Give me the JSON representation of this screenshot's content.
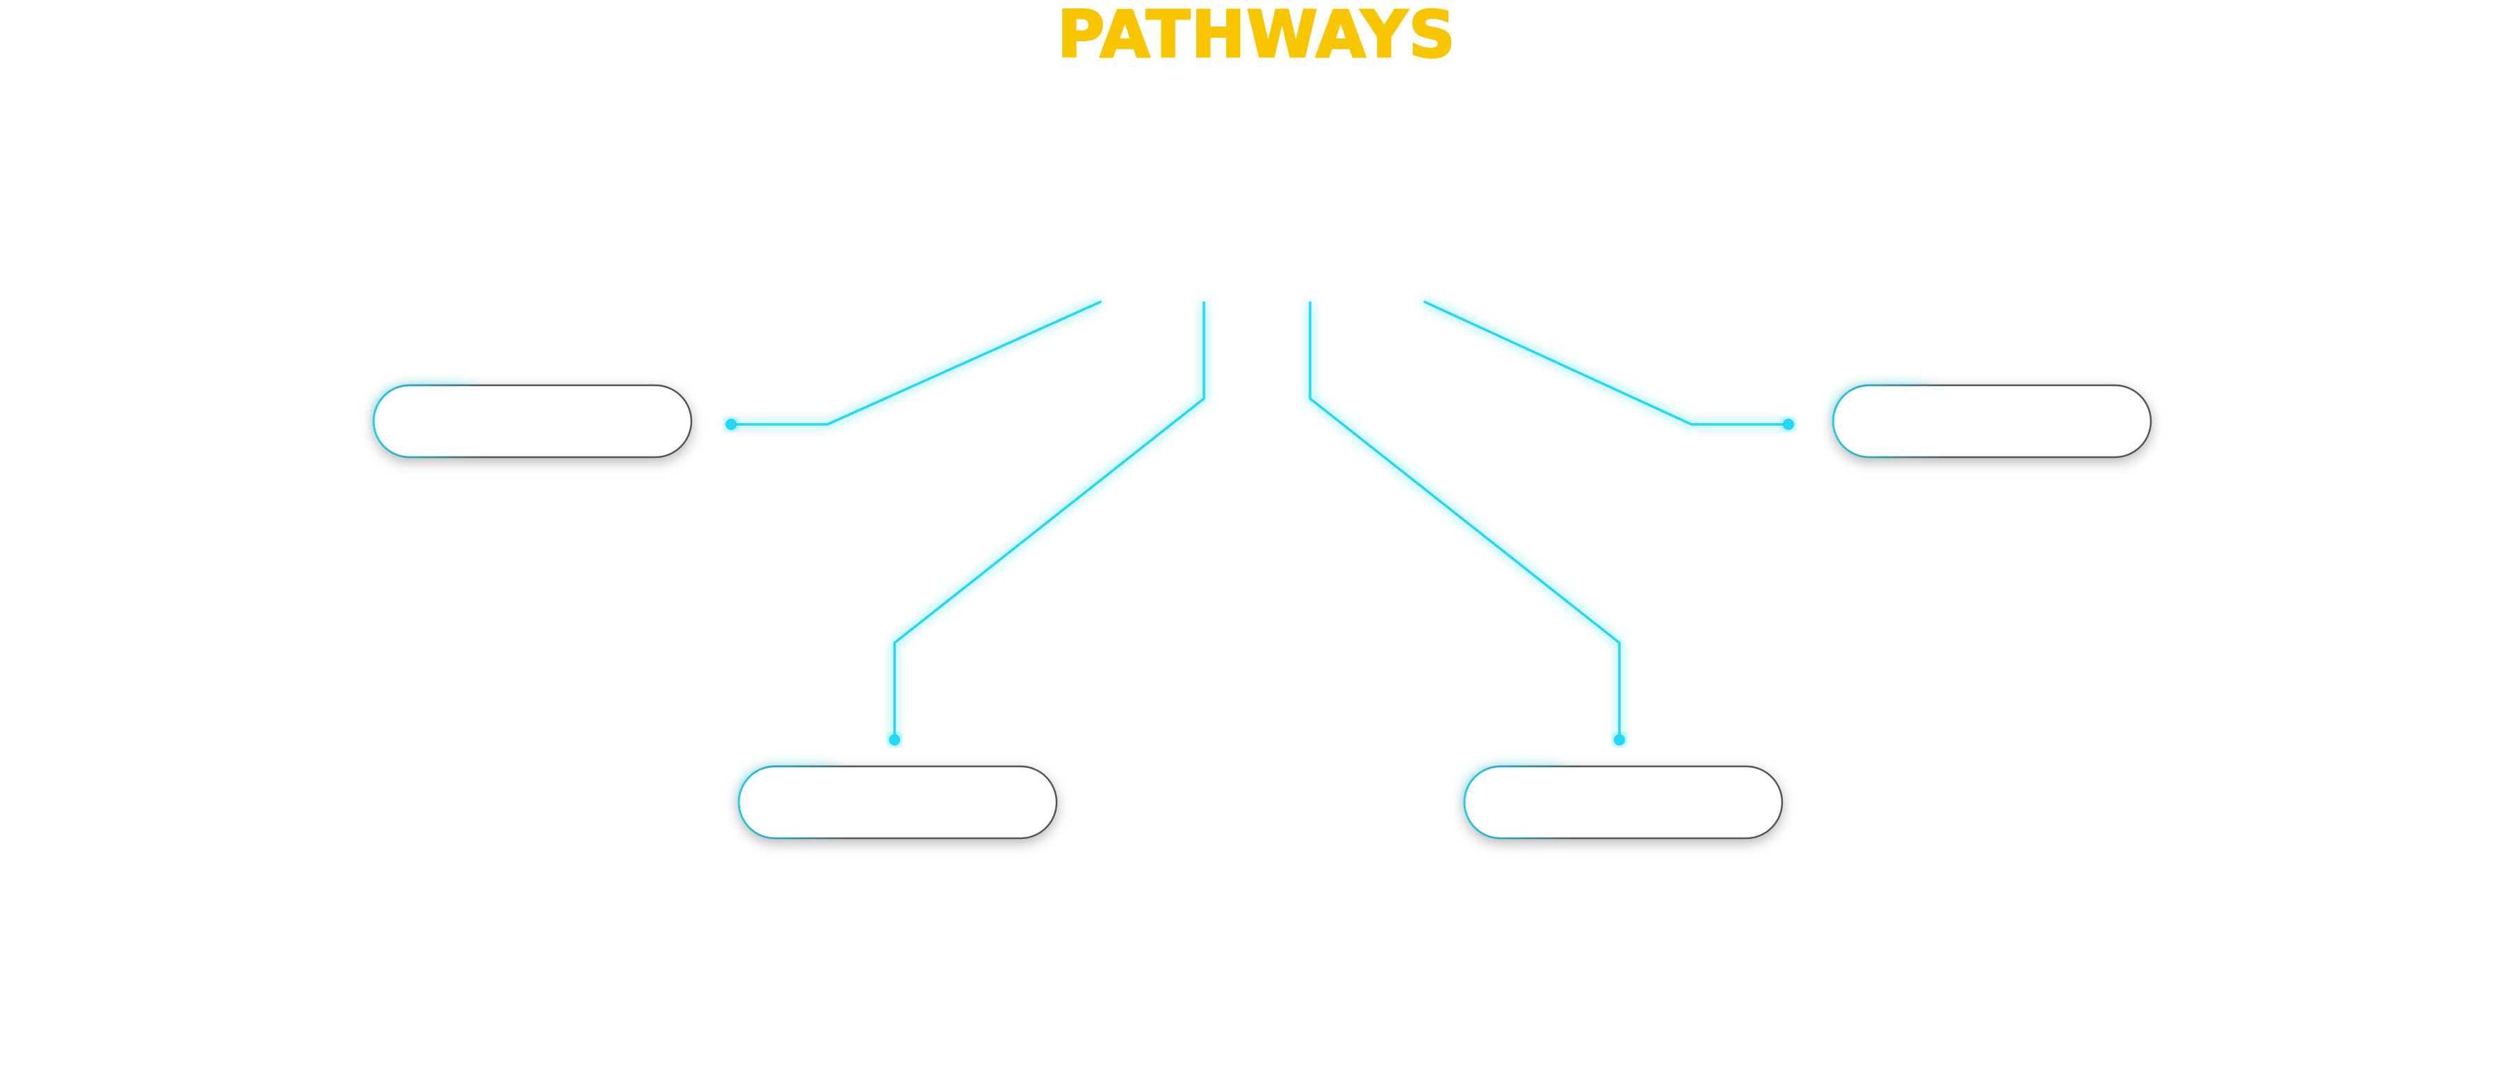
{
  "title": "PATHWAYS",
  "colors": {
    "title": "#F7C600",
    "connector": "#22D8F2",
    "pill_border": "#555555",
    "pill_fill": "#FFFFFF",
    "background": "#FFFFFF"
  },
  "pathways": [
    {
      "id": "left-top",
      "label": ""
    },
    {
      "id": "left-bottom",
      "label": ""
    },
    {
      "id": "right-bottom",
      "label": ""
    },
    {
      "id": "right-top",
      "label": ""
    }
  ]
}
